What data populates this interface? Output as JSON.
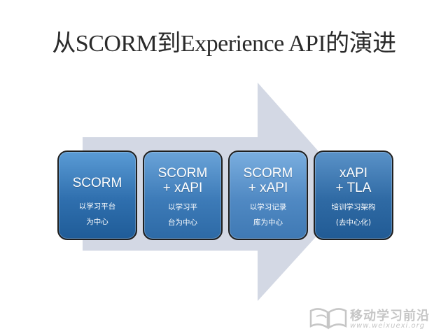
{
  "title": "从SCORM到Experience API的演进",
  "stages": [
    {
      "heading_lines": [
        "SCORM"
      ],
      "sub_lines": [
        "以学习平台",
        "为中心"
      ]
    },
    {
      "heading_lines": [
        "SCORM",
        "+ xAPI"
      ],
      "sub_lines": [
        "以学习平",
        "台为中心"
      ]
    },
    {
      "heading_lines": [
        "SCORM",
        "+ xAPI"
      ],
      "sub_lines": [
        "以学习记录",
        "库为中心"
      ]
    },
    {
      "heading_lines": [
        "xAPI",
        "+ TLA"
      ],
      "sub_lines": [
        "培训学习架构",
        "(去中心化)"
      ]
    }
  ],
  "watermark": {
    "title": "移动学习前沿",
    "url": "www.weixuexi.org"
  },
  "colors": {
    "arrow": "#d3d8e4",
    "box_border": "#1f1f1f",
    "title_text": "#2a2a2a"
  }
}
